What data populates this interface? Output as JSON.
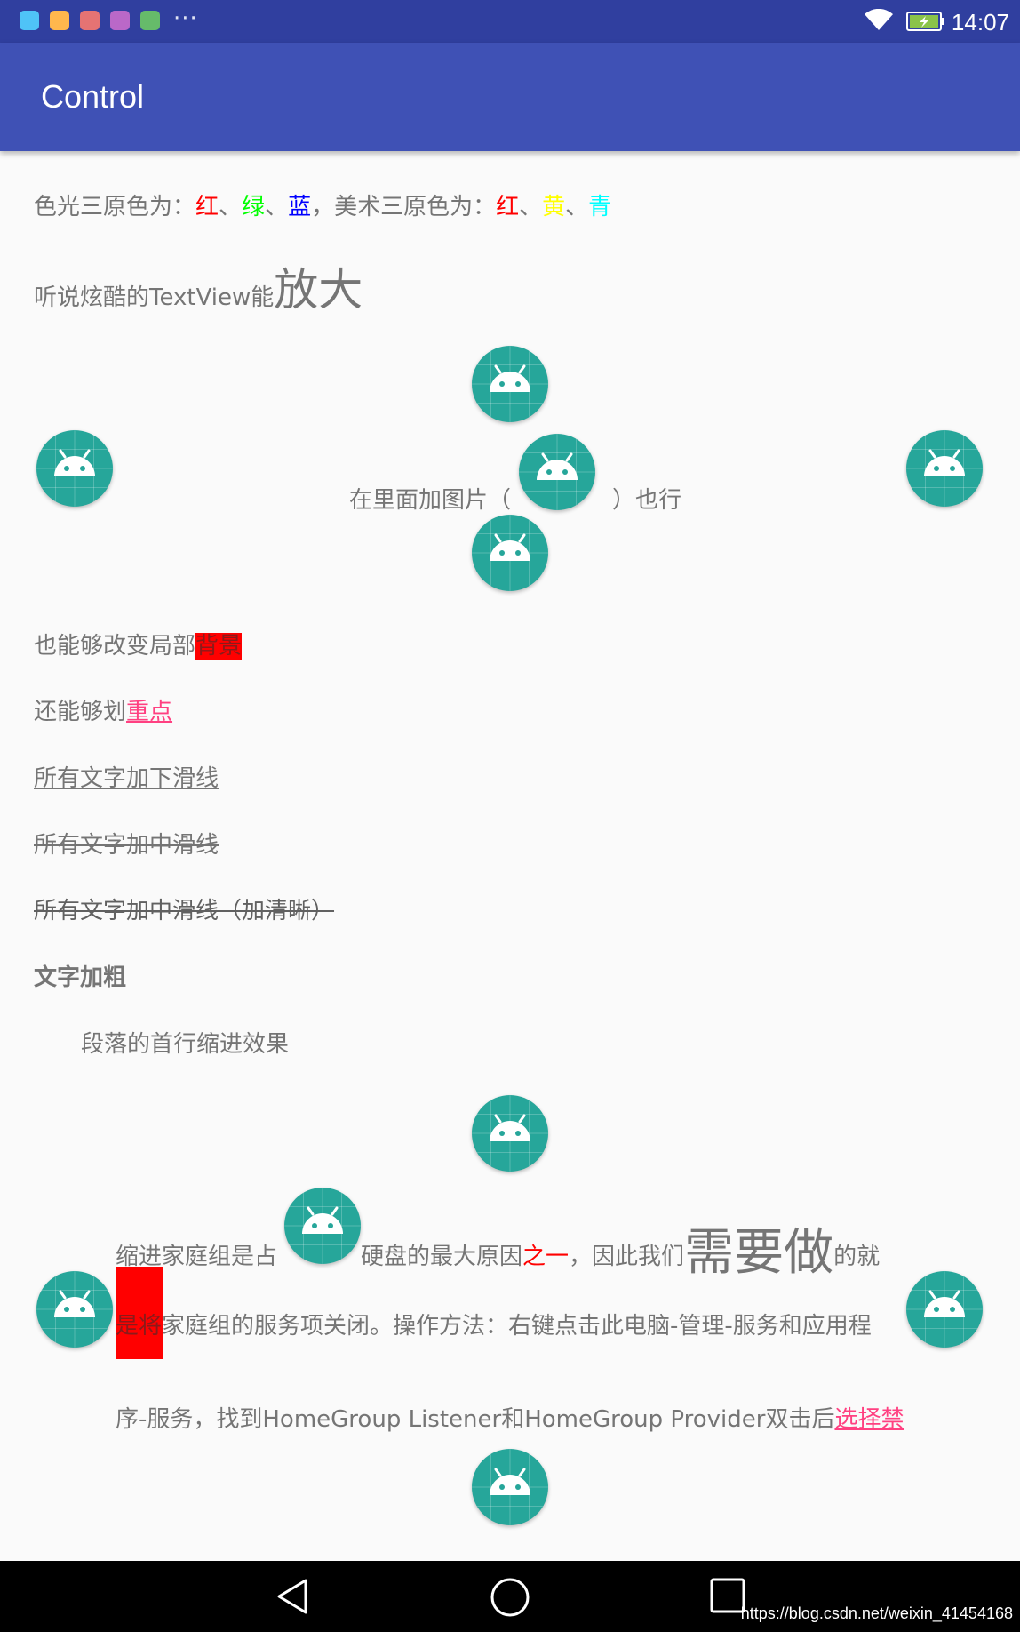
{
  "status_bar": {
    "time": "14:07",
    "overflow": "···",
    "icons": [
      "notification-app-icon",
      "notification-app-icon",
      "notification-app-icon",
      "notification-app-icon",
      "notification-app-icon",
      "wifi-icon",
      "battery-charging-icon"
    ]
  },
  "app_bar": {
    "title": "Control"
  },
  "content": {
    "line1": {
      "prefix": "色光三原色为：",
      "c1": "红",
      "sep1": "、",
      "c2": "绿",
      "sep2": "、",
      "c3": "蓝",
      "mid": "，美术三原色为：",
      "c4": "红",
      "sep3": "、",
      "c5": "黄",
      "sep4": "、",
      "c6": "青"
    },
    "line2": {
      "text": "听说炫酷的TextView能",
      "big": "放大"
    },
    "line3": {
      "before": "在里面加图片（",
      "after": "）也行"
    },
    "line4": {
      "text": "也能够改变局部",
      "highlight": "背景"
    },
    "line5": {
      "text": "还能够划",
      "link": "重点"
    },
    "line6": {
      "text": "所有文字加下滑线"
    },
    "line7": {
      "text": "所有文字加中滑线"
    },
    "line8": {
      "text": "所有文字加中滑线（加清晰）"
    },
    "line9": {
      "text": "文字加粗"
    },
    "line10": {
      "text": "段落的首行缩进效果"
    },
    "para": {
      "l1a": "缩进家庭组是占",
      "l1b": "硬盘的最大原因",
      "l1red": "之一",
      "l1c": "，因此我们",
      "l1big": "需要做",
      "l1d": "的就",
      "l2hl": "是将",
      "l2": "家庭组的服务项关闭。操作方法：右键点击此电脑-管理-服务和应用程",
      "l3": "序-服务，找到HomeGroup Listener和HomeGroup Provider双击后",
      "l3link": "选择禁"
    }
  },
  "nav_bar": {
    "buttons": [
      "back-icon",
      "home-icon",
      "recents-icon"
    ]
  },
  "watermark": "https://blog.csdn.net/weixin_41454168",
  "colors": {
    "status_bar": "#303f9f",
    "app_bar": "#3f51b5",
    "icon_bg": "#26a69a",
    "text": "#757575",
    "accent": "#ff4081",
    "highlight": "#ff0000"
  }
}
